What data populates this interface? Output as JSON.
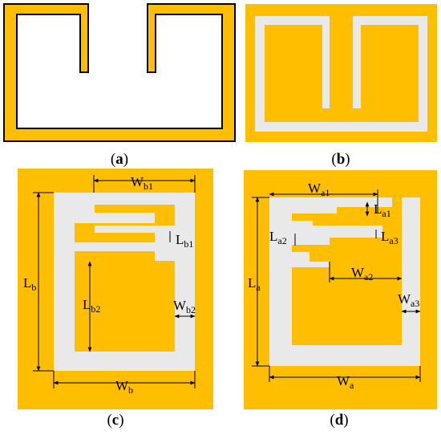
{
  "panels": {
    "a": {
      "caption": {
        "open": "(",
        "letter": "a",
        "close": ")"
      }
    },
    "b": {
      "caption": {
        "open": "(",
        "letter": "b",
        "close": ")"
      }
    },
    "c": {
      "caption": {
        "open": "(",
        "letter": "c",
        "close": ")"
      },
      "labels": {
        "wb1": {
          "main": "W",
          "sub": "b1"
        },
        "lb1": {
          "main": "L",
          "sub": "b1"
        },
        "lb": {
          "main": "L",
          "sub": "b"
        },
        "lb2": {
          "main": "L",
          "sub": "b2"
        },
        "wb2": {
          "main": "W",
          "sub": "b2"
        },
        "wb": {
          "main": "W",
          "sub": "b"
        }
      }
    },
    "d": {
      "caption": {
        "open": "(",
        "letter": "d",
        "close": ")"
      },
      "labels": {
        "wa1": {
          "main": "W",
          "sub": "a1"
        },
        "la1": {
          "main": "L",
          "sub": "a1"
        },
        "la2": {
          "main": "L",
          "sub": "a2"
        },
        "la3": {
          "main": "L",
          "sub": "a3"
        },
        "la": {
          "main": "L",
          "sub": "a"
        },
        "wa2": {
          "main": "W",
          "sub": "a2"
        },
        "wa3": {
          "main": "W",
          "sub": "a3"
        },
        "wa": {
          "main": "W",
          "sub": "a"
        }
      }
    }
  },
  "colors": {
    "copper": "#FFBE00",
    "substrate": "#E9E9E9",
    "line": "#000000",
    "background": "#FFFFFF"
  }
}
